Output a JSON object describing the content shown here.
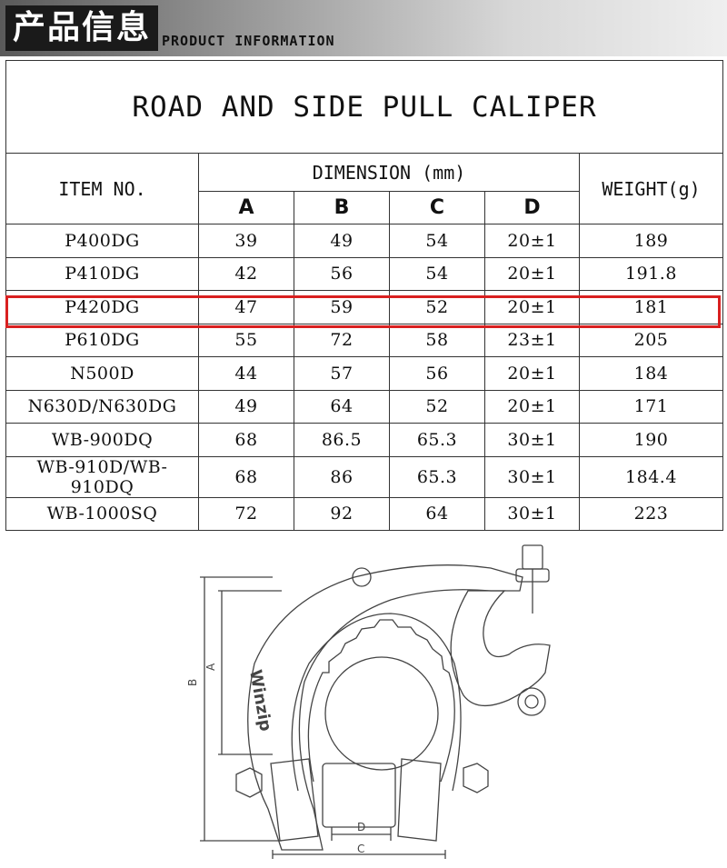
{
  "header": {
    "title_cn": "产品信息",
    "title_en": "PRODUCT INFORMATION"
  },
  "table": {
    "title": "ROAD AND SIDE PULL CALIPER",
    "col_item": "ITEM NO.",
    "col_dimension": "DIMENSION (mm)",
    "col_weight": "WEIGHT(g)",
    "sub_cols": [
      "A",
      "B",
      "C",
      "D"
    ],
    "rows": [
      [
        "P400DG",
        "39",
        "49",
        "54",
        "20±1",
        "189"
      ],
      [
        "P410DG",
        "42",
        "56",
        "54",
        "20±1",
        "191.8"
      ],
      [
        "P420DG",
        "47",
        "59",
        "52",
        "20±1",
        "181"
      ],
      [
        "P610DG",
        "55",
        "72",
        "58",
        "23±1",
        "205"
      ],
      [
        "N500D",
        "44",
        "57",
        "56",
        "20±1",
        "184"
      ],
      [
        "N630D/N630DG",
        "49",
        "64",
        "52",
        "20±1",
        "171"
      ],
      [
        "WB-900DQ",
        "68",
        "86.5",
        "65.3",
        "30±1",
        "190"
      ],
      [
        "WB-910D/WB-910DQ",
        "68",
        "86",
        "65.3",
        "30±1",
        "184.4"
      ],
      [
        "WB-1000SQ",
        "72",
        "92",
        "64",
        "30±1",
        "223"
      ]
    ],
    "highlight_color": "#d92020"
  },
  "diagram": {
    "labels": {
      "a": "A",
      "b": "B",
      "c": "C",
      "d": "D"
    },
    "brand_text": "Winzip"
  }
}
